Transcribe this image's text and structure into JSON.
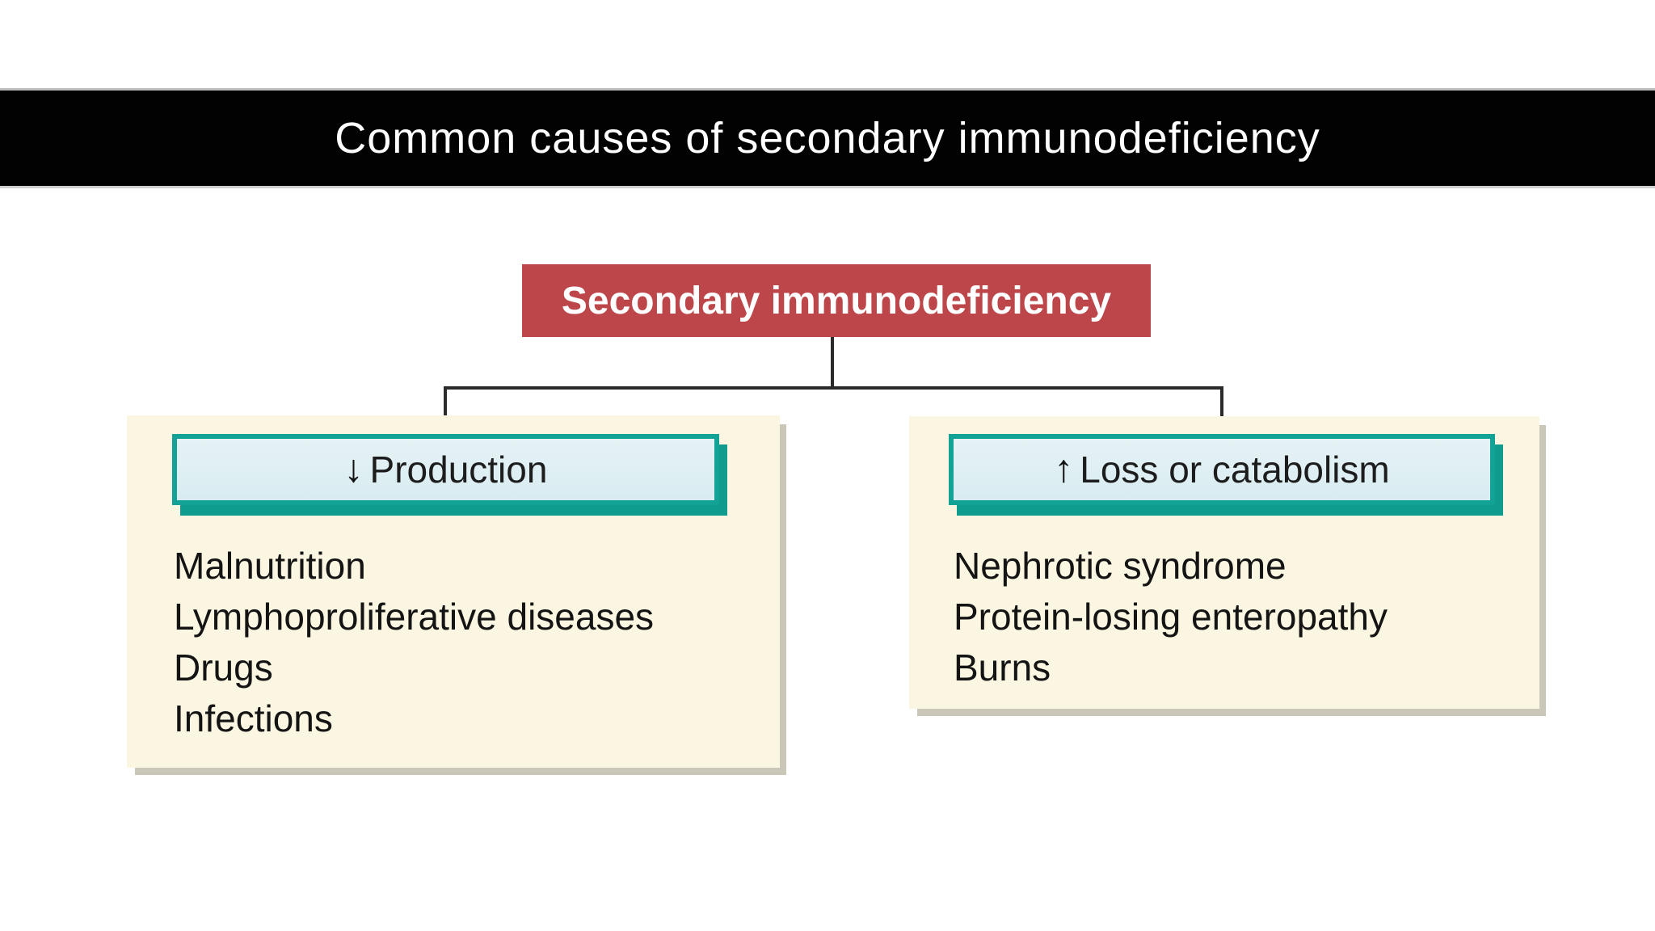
{
  "banner": {
    "title": "Common causes of secondary immunodeficiency"
  },
  "diagram": {
    "root": {
      "label": "Secondary immunodeficiency"
    },
    "branches": [
      {
        "header": {
          "arrow": "↓",
          "arrow_name": "down-arrow-icon",
          "label": "Production"
        },
        "items": [
          "Malnutrition",
          "Lymphoproliferative diseases",
          "Drugs",
          "Infections"
        ]
      },
      {
        "header": {
          "arrow": "↑",
          "arrow_name": "up-arrow-icon",
          "label": "Loss or catabolism"
        },
        "items": [
          "Nephrotic syndrome",
          "Protein-losing enteropathy",
          "Burns"
        ]
      }
    ]
  },
  "colors": {
    "root_box": "#bc4649",
    "teal_border": "#12a296",
    "teal_shadow": "#0f9c8f",
    "header_fill": "#ddedf2",
    "panel_cream": "#faf6e1",
    "panel_shadow": "#cac7b9",
    "banner_bg": "#020202",
    "line": "#2b2b2b"
  }
}
